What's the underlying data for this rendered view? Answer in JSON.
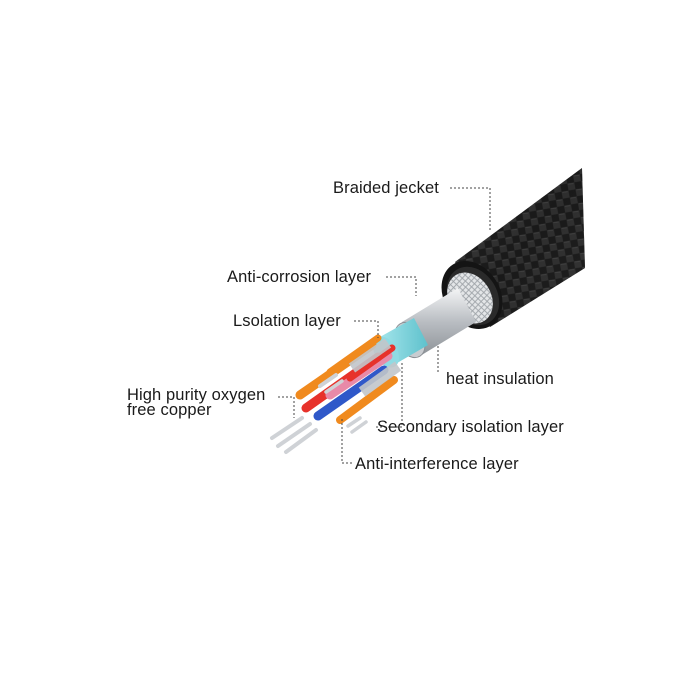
{
  "diagram": {
    "labels": {
      "braided_jacket": "Braided jecket",
      "anti_corrosion": "Anti-corrosion layer",
      "isolation": "Lsolation layer",
      "heat_insulation": "heat insulation",
      "copper_line1": "High purity oxygen",
      "copper_line2": "free copper",
      "secondary_isolation": "Secondary isolation layer",
      "anti_interference": "Anti-interference layer"
    },
    "colors": {
      "jacket": "#1c1c1c",
      "shield_silver": "#c9ccd0",
      "isolation_cyan": "#7ad3dc",
      "wire_orange": "#f08a1e",
      "wire_red": "#e7322b",
      "wire_blue": "#2f58c9",
      "wire_pink": "#e88aa8",
      "copper": "#cfd2d6",
      "leader_line": "#444444"
    }
  }
}
